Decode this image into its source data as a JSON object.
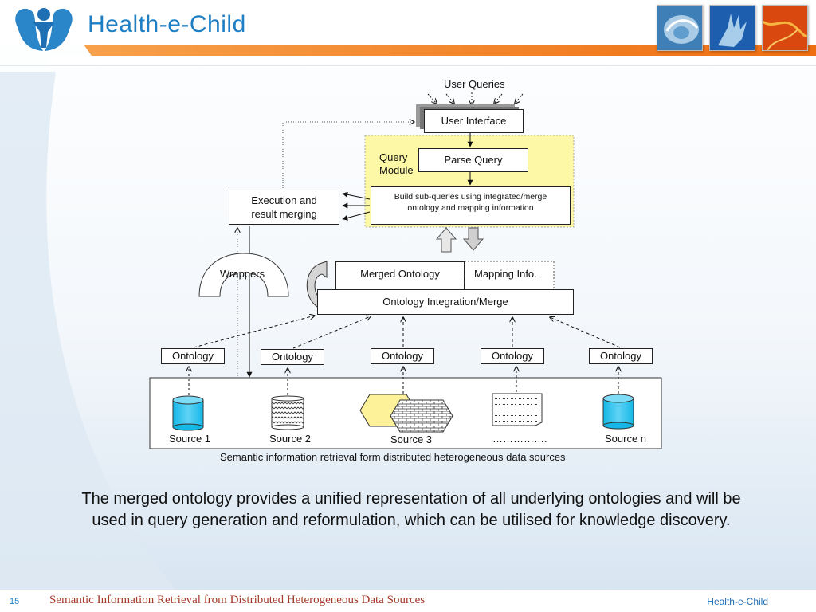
{
  "header": {
    "brand": "Health-e-Child",
    "accent_color": "#f07a1a",
    "brand_color": "#1f7fc4",
    "thumbnails": [
      "brain-scan-icon",
      "hand-xray-icon",
      "heart-vessel-icon"
    ]
  },
  "diagram": {
    "user_queries": "User Queries",
    "user_interface": "User Interface",
    "query_module": "Query\nModule",
    "parse_query": "Parse Query",
    "build_subqueries": "Build sub-queries using integrated/merge ontology and mapping information",
    "execution": "Execution and result merging",
    "wrappers": "Wrappers",
    "merged_ontology": "Merged Ontology",
    "mapping_info": "Mapping Info.",
    "ontology_integration": "Ontology Integration/Merge",
    "ontology_label": "Ontology",
    "sources": [
      "Source 1",
      "Source 2",
      "Source 3",
      "…………….",
      "Source n"
    ],
    "figure_caption": "Semantic information retrieval form distributed heterogeneous data sources",
    "query_module_color": "#fdf8a6"
  },
  "caption": "The merged ontology provides a unified representation of all underlying ontologies and will be used in query generation and reformulation, which can be utilised for knowledge discovery.",
  "footer": {
    "page_number": "15",
    "title": "Semantic Information Retrieval from Distributed Heterogeneous Data Sources",
    "brand": "Health-e-Child"
  }
}
